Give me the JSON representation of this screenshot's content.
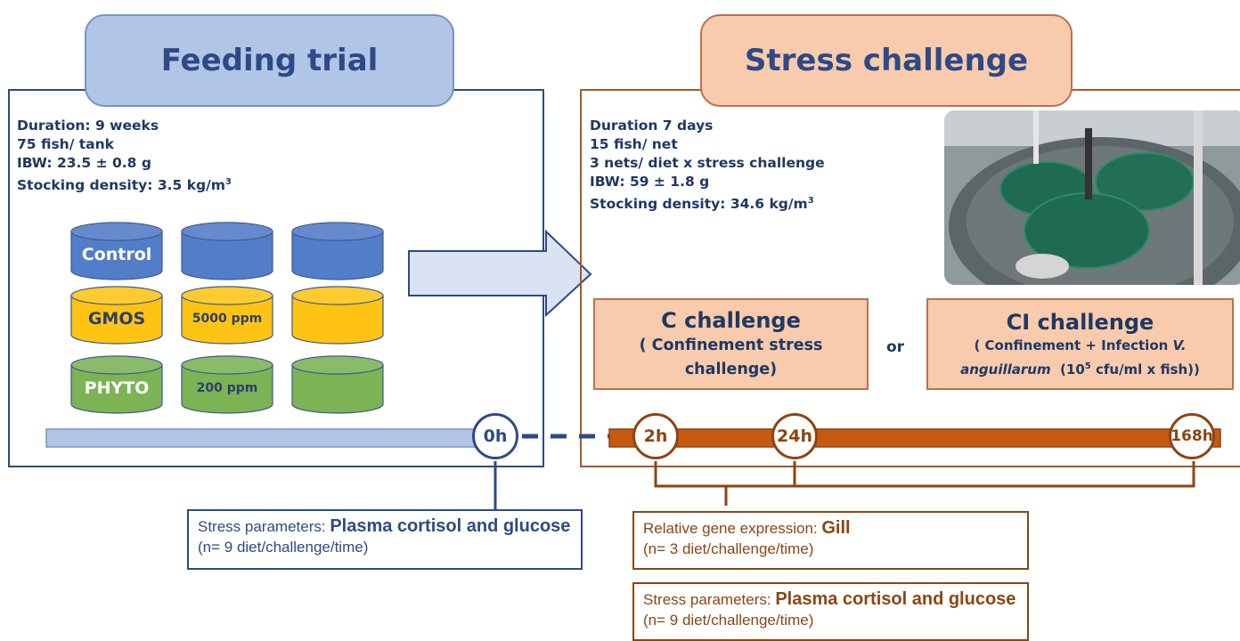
{
  "feeding": {
    "title": "Feeding trial",
    "info": [
      "Duration: 9 weeks",
      "75 fish/ tank",
      "IBW: 23.5 ± 0.8 g",
      "Stocking density: 3.5 kg/m",
      "3"
    ],
    "tanks": {
      "control": "Control",
      "gmos": "GMOS",
      "gmos_dose": "5000 ppm",
      "phyto": "PHYTO",
      "phyto_dose": "200 ppm"
    }
  },
  "stress": {
    "title": "Stress challenge",
    "info": [
      "Duration 7 days",
      "15 fish/ net",
      "3 nets/ diet x stress challenge",
      "IBW: 59 ± 1.8 g",
      "Stocking density: 34.6 kg/m",
      "3"
    ],
    "c_challenge": {
      "title": "C challenge",
      "line1": "( Confinement stress",
      "line2": "challenge)"
    },
    "or": "or",
    "ci_challenge": {
      "title": "CI challenge",
      "line1": "( Confinement + Infection",
      "italic": "V.",
      "line2_italic": "anguillarum",
      "line2_a": "  (10",
      "line2_sup": "5",
      "line2_b": " cfu/ml x fish))"
    }
  },
  "timeline": {
    "t0": "0h",
    "t1": "2h",
    "t2": "24h",
    "t3": "168h"
  },
  "results": {
    "blue": {
      "prefix": "Stress parameters: ",
      "bold": "Plasma cortisol and glucose",
      "suffix": " (n= 9 diet/challenge/time)"
    },
    "gene": {
      "prefix": "Relative gene expression: ",
      "bold": "Gill",
      "suffix": "(n= 3 diet/challenge/time)"
    },
    "brown": {
      "prefix": "Stress parameters: ",
      "bold": "Plasma cortisol and glucose",
      "suffix": " (n= 9 diet/challenge/time)"
    }
  },
  "colors": {
    "blue_dark": "#2d4a86",
    "tank_blue": "#4472c4",
    "tank_yellow": "#ffc000",
    "tank_green": "#70ad47",
    "orange": "#c55a11",
    "peach": "#f8cbac"
  }
}
